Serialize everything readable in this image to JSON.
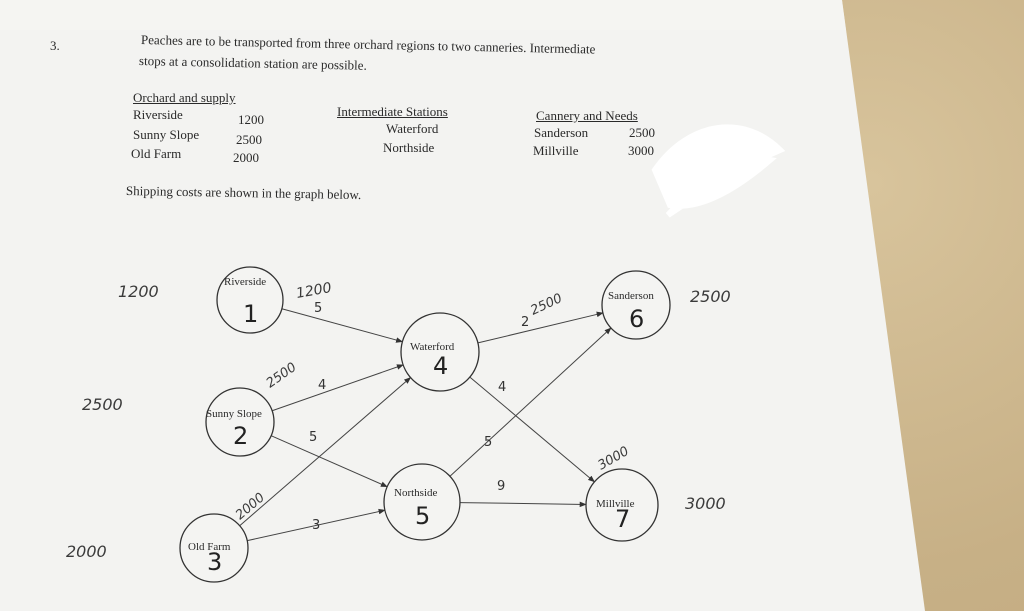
{
  "problem": {
    "number": "3.",
    "intro_line1": "Peaches are to be transported from three orchard regions to two canneries. Intermediate",
    "intro_line2": "stops at a consolidation station are possible.",
    "shipping_note": "Shipping costs are shown in the graph below."
  },
  "orchards": {
    "header": "Orchard and supply",
    "rows": [
      {
        "name": "Riverside",
        "supply": "1200"
      },
      {
        "name": "Sunny Slope",
        "supply": "2500"
      },
      {
        "name": "Old Farm",
        "supply": "2000"
      }
    ]
  },
  "stations": {
    "header": "Intermediate Stations",
    "rows": [
      "Waterford",
      "Northside"
    ]
  },
  "canneries": {
    "header": "Cannery and Needs",
    "rows": [
      {
        "name": "Sanderson",
        "need": "2500"
      },
      {
        "name": "Millville",
        "need": "3000"
      }
    ]
  },
  "graph": {
    "nodes": [
      {
        "id": "riverside",
        "label": "Riverside",
        "hand_digit": "1"
      },
      {
        "id": "sunny-slope",
        "label": "Sunny Slope",
        "hand_digit": "2"
      },
      {
        "id": "old-farm",
        "label": "Old Farm",
        "hand_digit": "3"
      },
      {
        "id": "waterford",
        "label": "Waterford",
        "hand_digit": "4"
      },
      {
        "id": "northside",
        "label": "Northside",
        "hand_digit": "5"
      },
      {
        "id": "sanderson",
        "label": "Sanderson",
        "hand_digit": "6"
      },
      {
        "id": "millville",
        "label": "Millville",
        "hand_digit": "7"
      }
    ],
    "edges": [
      {
        "from": "riverside",
        "to": "waterford",
        "cost": "5"
      },
      {
        "from": "sunny-slope",
        "to": "waterford",
        "cost": "4"
      },
      {
        "from": "sunny-slope",
        "to": "northside",
        "cost": "5"
      },
      {
        "from": "old-farm",
        "to": "waterford",
        "cost": ""
      },
      {
        "from": "old-farm",
        "to": "northside",
        "cost": "3"
      },
      {
        "from": "waterford",
        "to": "sanderson",
        "cost": "2"
      },
      {
        "from": "waterford",
        "to": "millville",
        "cost": "4"
      },
      {
        "from": "northside",
        "to": "sanderson",
        "cost": "5"
      },
      {
        "from": "northside",
        "to": "millville",
        "cost": "9"
      }
    ]
  },
  "handwritten": {
    "riverside_amount": "1200",
    "sunny_slope_amount": "2500",
    "old_farm_amount": "2000",
    "sanderson_amount": "2500",
    "millville_amount": "3000",
    "left_riverside": "1200",
    "left_sunny": "2500",
    "left_oldfarm": "2000",
    "right_sanderson": "2500",
    "right_millville": "3000"
  },
  "colors": {
    "paper": "#f4f4f2",
    "ink": "#2a2a2a",
    "wood": "#c9b38a"
  }
}
